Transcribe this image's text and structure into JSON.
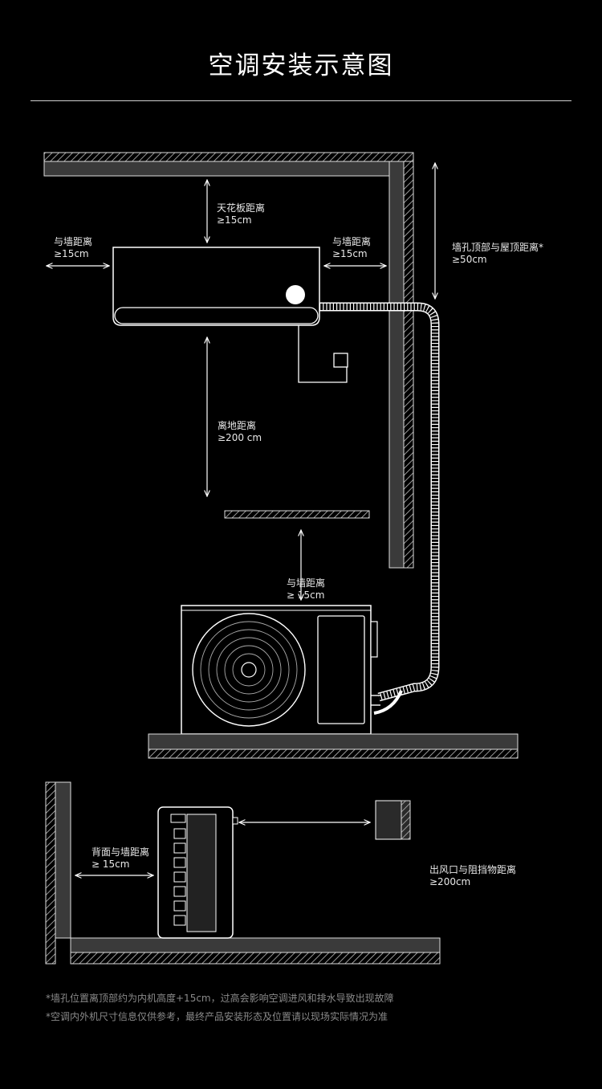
{
  "title": "空调安装示意图",
  "colors": {
    "background": "#000000",
    "line": "#ffffff",
    "note_text": "#8a8a8a"
  },
  "labels": {
    "ceiling": {
      "name": "天花板距离",
      "value": "≥15cm"
    },
    "wall_left": {
      "name": "与墙距离",
      "value": "≥15cm"
    },
    "wall_right": {
      "name": "与墙距离",
      "value": "≥15cm"
    },
    "roof": {
      "name": "墙孔顶部与屋顶距离*",
      "value": "≥50cm"
    },
    "floor": {
      "name": "离地距离",
      "value": "≥200 cm"
    },
    "outdoor_wall": {
      "name": "与墙距离",
      "value": "≥ 15cm"
    },
    "back_wall": {
      "name": "背面与墙距离",
      "value": "≥ 15cm"
    },
    "outlet": {
      "name": "出风口与阻挡物距离",
      "value": "≥200cm"
    }
  },
  "notes": [
    "*墙孔位置离顶部约为内机高度+15cm，过高会影响空调进风和排水导致出现故障",
    "*空调内外机尺寸信息仅供参考，最终产品安装形态及位置请以现场实际情况为准"
  ]
}
